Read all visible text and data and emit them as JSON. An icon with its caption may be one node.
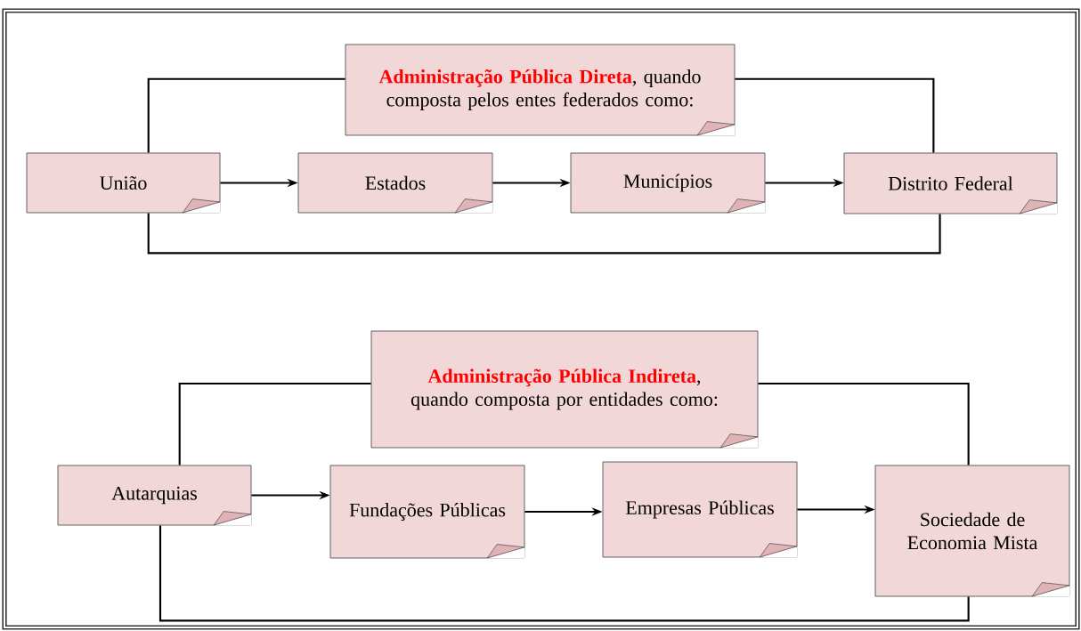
{
  "diagram": {
    "nodes": [
      {
        "text": [
          "**Administração Pública Direta**, quando composta pelos entes federados como:"
        ]
      },
      {
        "text": [
          "União"
        ]
      },
      {
        "text": [
          "Estados"
        ]
      },
      {
        "text": [
          "Municípios"
        ]
      },
      {
        "text": [
          "Distrito Federal"
        ]
      },
      {
        "text": [
          "**Administração Pública Indireta**, quando composta por entidades como:"
        ]
      },
      {
        "text": [
          "Autarquias"
        ]
      },
      {
        "text": [
          "Fundações Públicas"
        ]
      },
      {
        "text": [
          "Empresas Públicas"
        ]
      },
      {
        "text": [
          "Sociedade de Economia Mista"
        ]
      }
    ],
    "edges": [
      {
        "from": 0,
        "to": 1,
        "arrow": "none"
      },
      {
        "from": 0,
        "to": 4,
        "arrow": "none"
      },
      {
        "from": 1,
        "to": 2,
        "arrow": "to"
      },
      {
        "from": 2,
        "to": 3,
        "arrow": "to"
      },
      {
        "from": 3,
        "to": 4,
        "arrow": "to"
      },
      {
        "from": 1,
        "to": 4,
        "arrow": "none"
      },
      {
        "from": 5,
        "to": 6,
        "arrow": "none"
      },
      {
        "from": 5,
        "to": 9,
        "arrow": "none"
      },
      {
        "from": 6,
        "to": 7,
        "arrow": "to"
      },
      {
        "from": 7,
        "to": 8,
        "arrow": "to"
      },
      {
        "from": 8,
        "to": 9,
        "arrow": "to"
      },
      {
        "from": 6,
        "to": 9,
        "arrow": "none"
      }
    ]
  }
}
